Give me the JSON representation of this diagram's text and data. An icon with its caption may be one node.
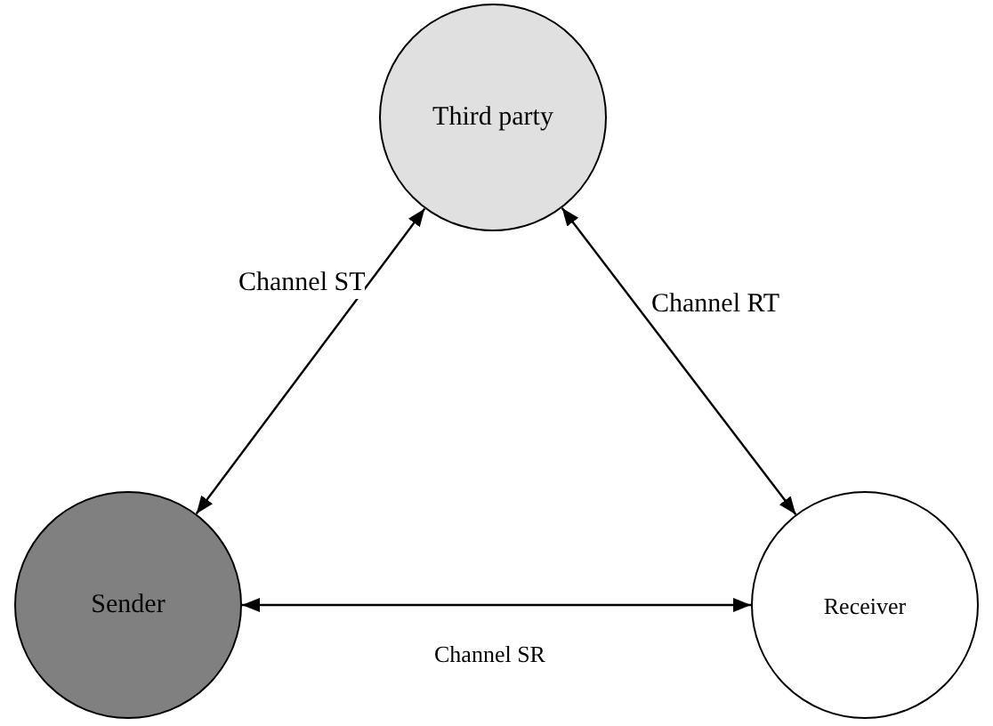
{
  "diagram": {
    "nodes": [
      {
        "text": [
          "Third party"
        ]
      },
      {
        "text": [
          "Sender"
        ]
      },
      {
        "text": [
          "Receiver"
        ]
      }
    ],
    "edges": [
      {
        "from": 1,
        "to": 0,
        "arrow": "both",
        "label": "Channel ST"
      },
      {
        "from": 0,
        "to": 2,
        "arrow": "both",
        "label": "Channel RT"
      },
      {
        "from": 1,
        "to": 2,
        "arrow": "both",
        "label": "Channel SR"
      }
    ]
  }
}
